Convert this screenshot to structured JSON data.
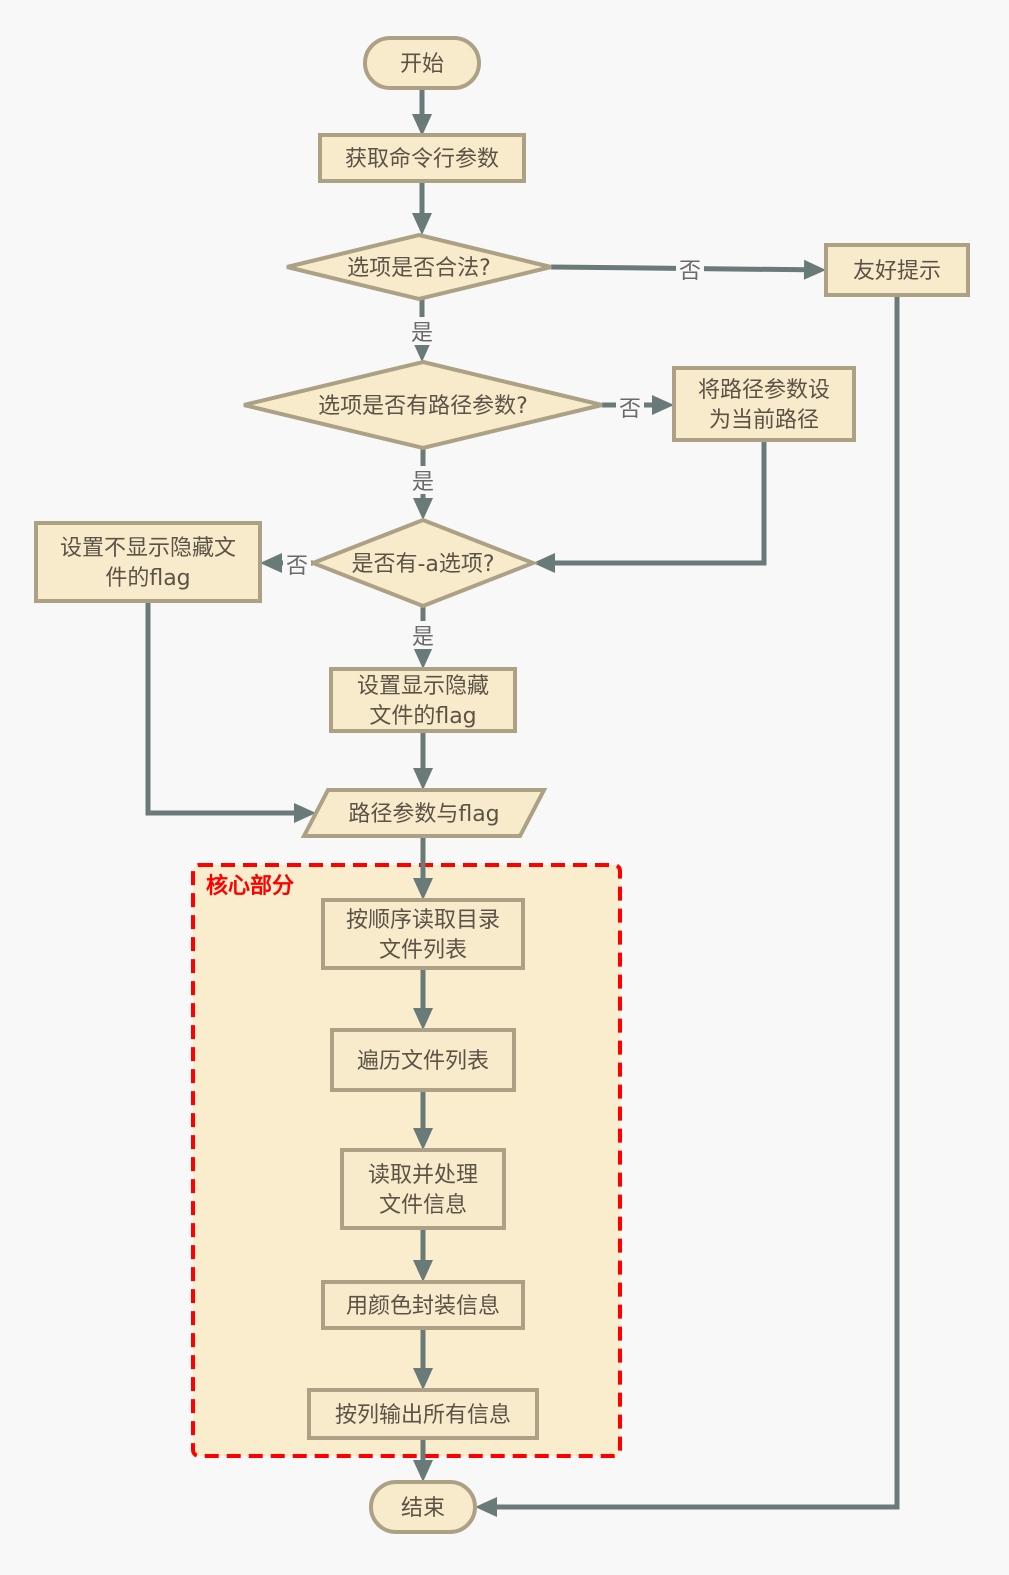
{
  "colors": {
    "background": "#f8f8f8",
    "node_fill": "#f8ebcb",
    "node_stroke": "#aca085",
    "edge": "#6a7a78",
    "core_highlight": "#ff0000",
    "core_fill": "#faedcd"
  },
  "core_region": {
    "title": "核心部分"
  },
  "nodes": {
    "start": {
      "shape": "terminal",
      "lines": [
        "开始"
      ]
    },
    "get_args": {
      "shape": "process",
      "lines": [
        "获取命令行参数"
      ]
    },
    "opt_valid": {
      "shape": "decision",
      "lines": [
        "选项是否合法?"
      ]
    },
    "friendly_tip": {
      "shape": "process",
      "lines": [
        "友好提示"
      ]
    },
    "has_path": {
      "shape": "decision",
      "lines": [
        "选项是否有路径参数?"
      ]
    },
    "set_current_path": {
      "shape": "process",
      "lines": [
        "将路径参数设",
        "为当前路径"
      ]
    },
    "has_a": {
      "shape": "decision",
      "lines": [
        "是否有-a选项?"
      ]
    },
    "set_hidden_flag": {
      "shape": "process",
      "lines": [
        "设置不显示隐藏文",
        "件的flag"
      ]
    },
    "set_show_flag": {
      "shape": "process",
      "lines": [
        "设置显示隐藏",
        "文件的flag"
      ]
    },
    "path_flag": {
      "shape": "data",
      "lines": [
        "路径参数与flag"
      ]
    },
    "read_dir": {
      "shape": "process",
      "lines": [
        "按顺序读取目录",
        "文件列表"
      ]
    },
    "traverse": {
      "shape": "process",
      "lines": [
        "遍历文件列表"
      ]
    },
    "process_info": {
      "shape": "process",
      "lines": [
        "读取并处理",
        "文件信息"
      ]
    },
    "color_wrap": {
      "shape": "process",
      "lines": [
        "用颜色封装信息"
      ]
    },
    "output": {
      "shape": "process",
      "lines": [
        "按列输出所有信息"
      ]
    },
    "end": {
      "shape": "terminal",
      "lines": [
        "结束"
      ]
    }
  },
  "edges": [
    {
      "from": "start",
      "to": "get_args",
      "label": ""
    },
    {
      "from": "get_args",
      "to": "opt_valid",
      "label": ""
    },
    {
      "from": "opt_valid",
      "to": "friendly_tip",
      "label": "否"
    },
    {
      "from": "opt_valid",
      "to": "has_path",
      "label": "是"
    },
    {
      "from": "has_path",
      "to": "set_current_path",
      "label": "否"
    },
    {
      "from": "has_path",
      "to": "has_a",
      "label": "是"
    },
    {
      "from": "set_current_path",
      "to": "has_a",
      "label": ""
    },
    {
      "from": "has_a",
      "to": "set_hidden_flag",
      "label": "否"
    },
    {
      "from": "has_a",
      "to": "set_show_flag",
      "label": "是"
    },
    {
      "from": "set_hidden_flag",
      "to": "path_flag",
      "label": ""
    },
    {
      "from": "set_show_flag",
      "to": "path_flag",
      "label": ""
    },
    {
      "from": "path_flag",
      "to": "read_dir",
      "label": ""
    },
    {
      "from": "read_dir",
      "to": "traverse",
      "label": ""
    },
    {
      "from": "traverse",
      "to": "process_info",
      "label": ""
    },
    {
      "from": "process_info",
      "to": "color_wrap",
      "label": ""
    },
    {
      "from": "color_wrap",
      "to": "output",
      "label": ""
    },
    {
      "from": "output",
      "to": "end",
      "label": ""
    },
    {
      "from": "friendly_tip",
      "to": "end",
      "label": ""
    }
  ]
}
